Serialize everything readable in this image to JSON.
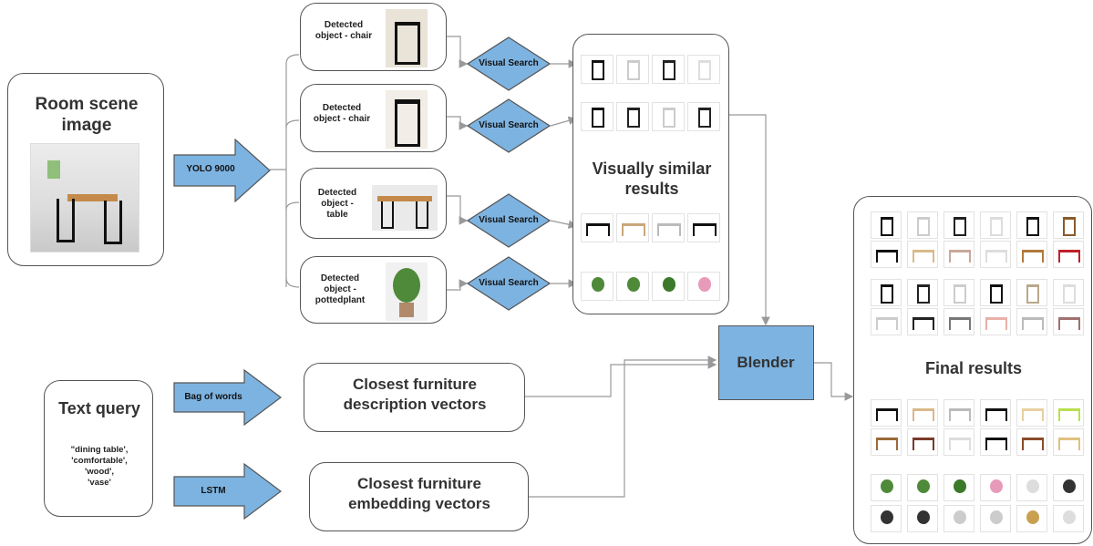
{
  "room_scene": {
    "title": "Room scene image"
  },
  "yolo": {
    "label": "YOLO 9000"
  },
  "detections": [
    {
      "label": "Detected object - chair"
    },
    {
      "label": "Detected object - chair"
    },
    {
      "label": "Detected object - table"
    },
    {
      "label": "Detected object - pottedplant"
    }
  ],
  "visual_search": {
    "label": "Visual Search"
  },
  "similar": {
    "title": "Visually similar results"
  },
  "text_query": {
    "title": "Text query",
    "terms": "\"dining table',\n'comfortable',\n'wood',\n'vase'"
  },
  "bag_of_words": {
    "label": "Bag of words"
  },
  "lstm": {
    "label": "LSTM"
  },
  "description_vectors": {
    "title": "Closest furniture description vectors"
  },
  "embedding_vectors": {
    "title": "Closest furniture embedding vectors"
  },
  "blender": {
    "label": "Blender"
  },
  "final": {
    "title": "Final results"
  },
  "colors": {
    "accent": "#7db3e1",
    "border": "#555555",
    "wire": "#999999"
  }
}
